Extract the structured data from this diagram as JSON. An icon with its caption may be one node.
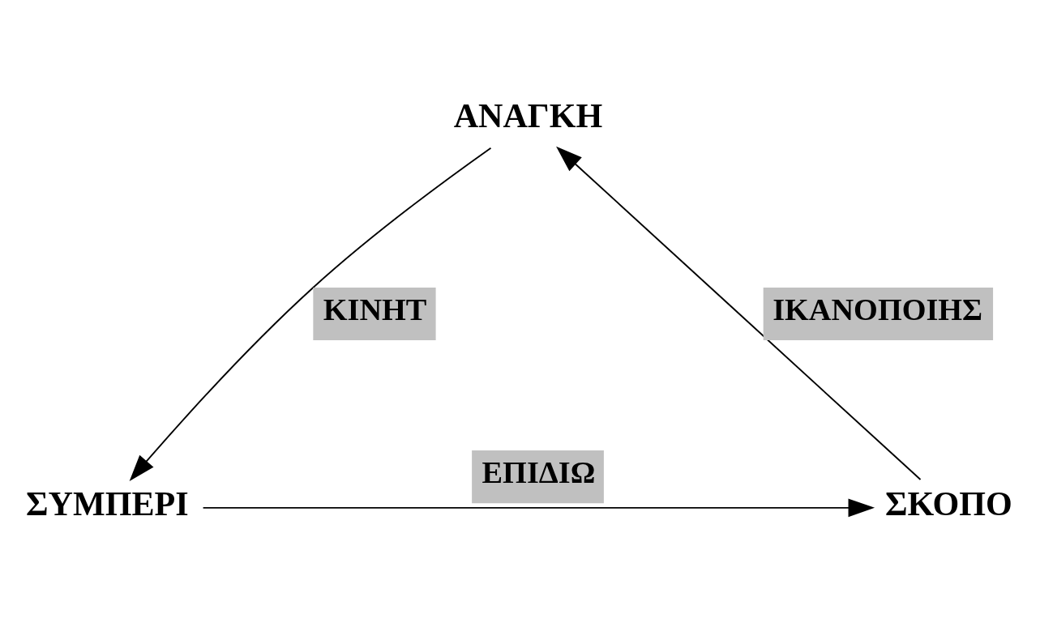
{
  "diagram": {
    "nodes": [
      {
        "text": [
          "ΑΝΑΓΚΗ"
        ]
      },
      {
        "text": [
          "ΣΚΟΠΟ"
        ]
      },
      {
        "text": [
          "ΣΥΜΠΕΡΙ"
        ]
      }
    ],
    "edges": [
      {
        "from": 0,
        "to": 2,
        "arrow": "to",
        "label": "ΚΙΝΗΤ"
      },
      {
        "from": 2,
        "to": 1,
        "arrow": "to",
        "label": "ΕΠΙΔΙΩ"
      },
      {
        "from": 1,
        "to": 0,
        "arrow": "to",
        "label": "ΙΚΑΝΟΠΟΙΗΣ"
      }
    ]
  }
}
